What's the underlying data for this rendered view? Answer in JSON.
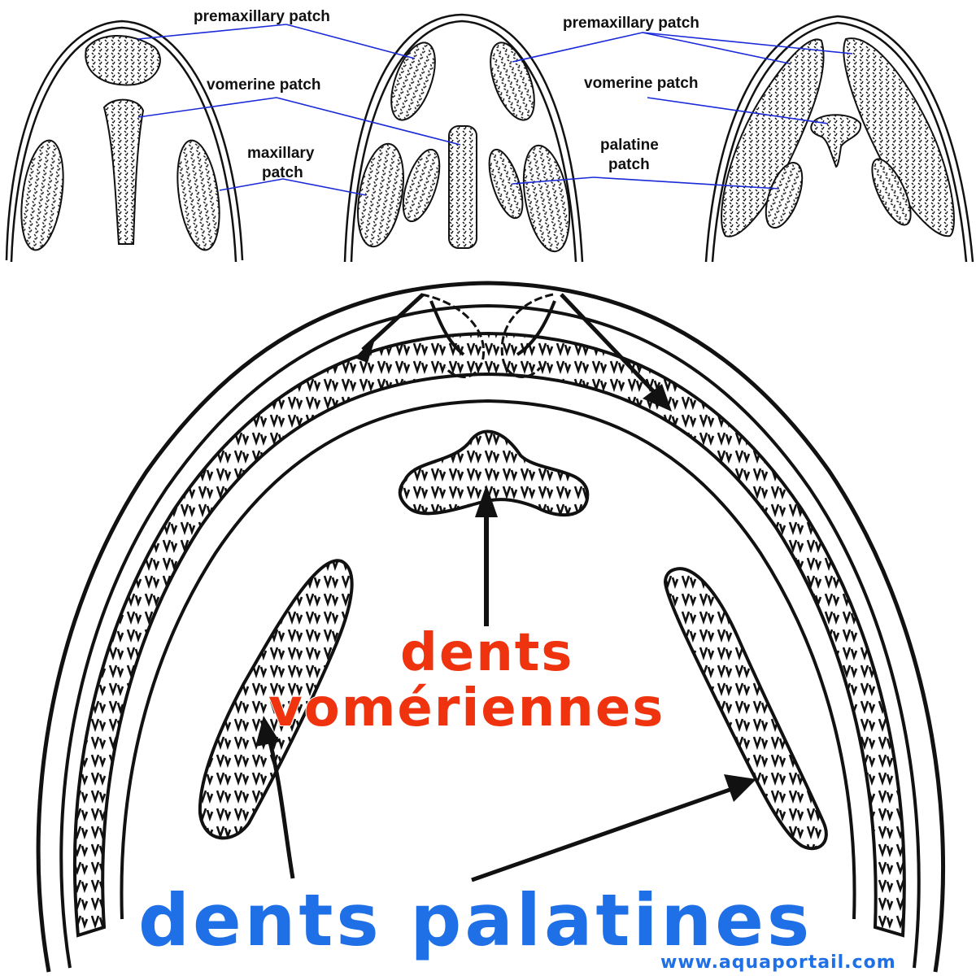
{
  "top_panel": {
    "labels": {
      "premaxillary_left": "premaxillary patch",
      "premaxillary_right": "premaxillary patch",
      "vomerine_left": "vomerine patch",
      "vomerine_right": "vomerine patch",
      "maxillary_line1": "maxillary",
      "maxillary_line2": "patch",
      "palatine_line1": "palatine",
      "palatine_line2": "patch"
    }
  },
  "bottom_panel": {
    "vomerine_label_line1": "dents",
    "vomerine_label_line2": "vomériennes",
    "palatine_label": "dents palatines"
  },
  "watermark": "www.aquaportail.com",
  "colors": {
    "vomerine_label": "#f0330f",
    "palatine_label": "#1f6fe6",
    "leader_lines": "#1a2ad8",
    "ink": "#111111"
  }
}
